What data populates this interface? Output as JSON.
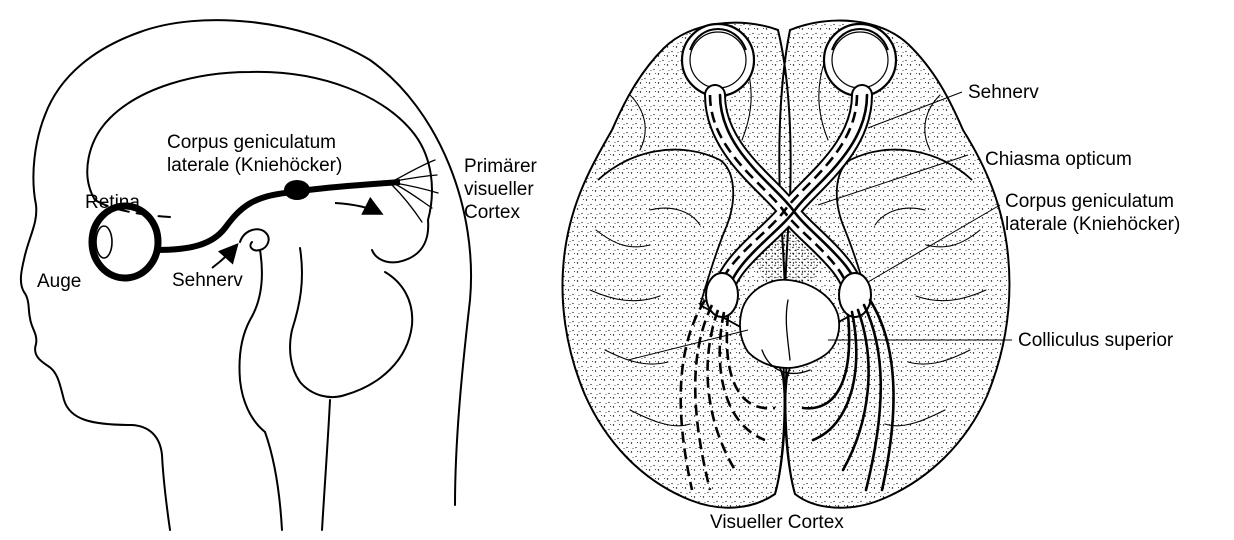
{
  "left_panel": {
    "labels": {
      "lgn": [
        "Corpus geniculatum",
        "laterale (Kniehöcker)"
      ],
      "retina": "Retina",
      "eye": "Auge",
      "optic_nerve": "Sehnerv",
      "visual_cortex": [
        "Primärer",
        "visueller",
        "Cortex"
      ]
    }
  },
  "right_panel": {
    "labels": {
      "optic_nerve": "Sehnerv",
      "chiasm": "Chiasma opticum",
      "lgn": [
        "Corpus geniculatum",
        "laterale (Kniehöcker)"
      ],
      "colliculus": "Colliculus superior",
      "visual_cortex": "Visueller Cortex"
    }
  }
}
